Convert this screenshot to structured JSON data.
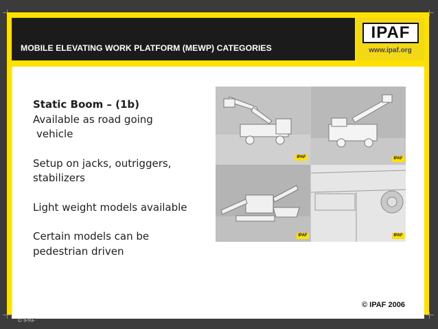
{
  "slide": {
    "title": "MOBILE ELEVATING WORK PLATFORM (MEWP) CATEGORIES",
    "logo": {
      "wordmark": "IPAF",
      "url": "www.ipaf.org"
    },
    "heading": "Static Boom – (1b)",
    "lines": [
      "Available as road going",
      "vehicle",
      "Setup on jacks, outriggers,",
      "stabilizers",
      "Light weight models available",
      "Certain models can be",
      "pedestrian driven"
    ],
    "photo_logo": "IPAF",
    "copyright": "© IPAF 2006"
  },
  "footer": {
    "text": "© IPAF"
  },
  "colors": {
    "brand_yellow": "#ffe100",
    "header_dark": "#1b1b1b",
    "frame": "#3b3b3b"
  }
}
